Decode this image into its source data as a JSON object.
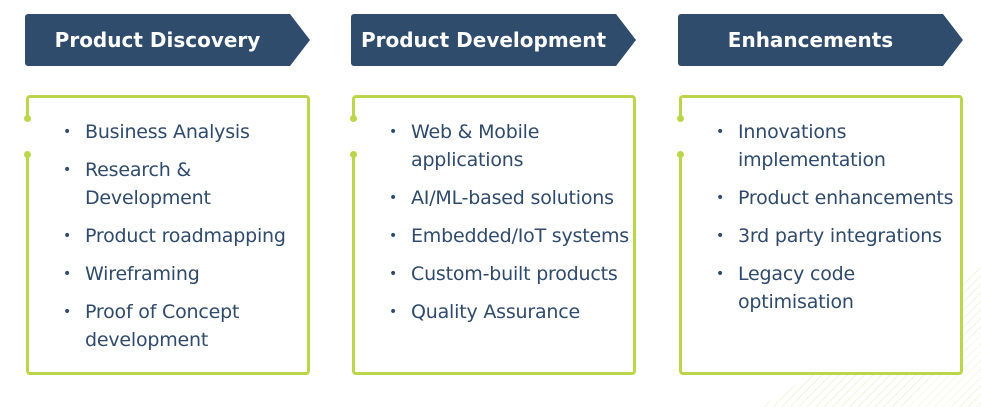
{
  "columns": [
    {
      "title": "Product Discovery",
      "items": [
        "Business Analysis",
        "Research & Development",
        "Product roadmapping",
        "Wireframing",
        "Proof of Concept development"
      ]
    },
    {
      "title": "Product Development",
      "items": [
        "Web & Mobile applications",
        "AI/ML-based solutions",
        "Embedded/IoT systems",
        "Custom-built products",
        "Quality Assurance"
      ]
    },
    {
      "title": "Enhancements",
      "items": [
        "Innovations implementation",
        "Product enhancements",
        "3rd party integrations",
        "Legacy code optimisation"
      ]
    }
  ],
  "colors": {
    "header": "#304c6c",
    "border": "#bcd64c",
    "text": "#2f4a6b"
  }
}
